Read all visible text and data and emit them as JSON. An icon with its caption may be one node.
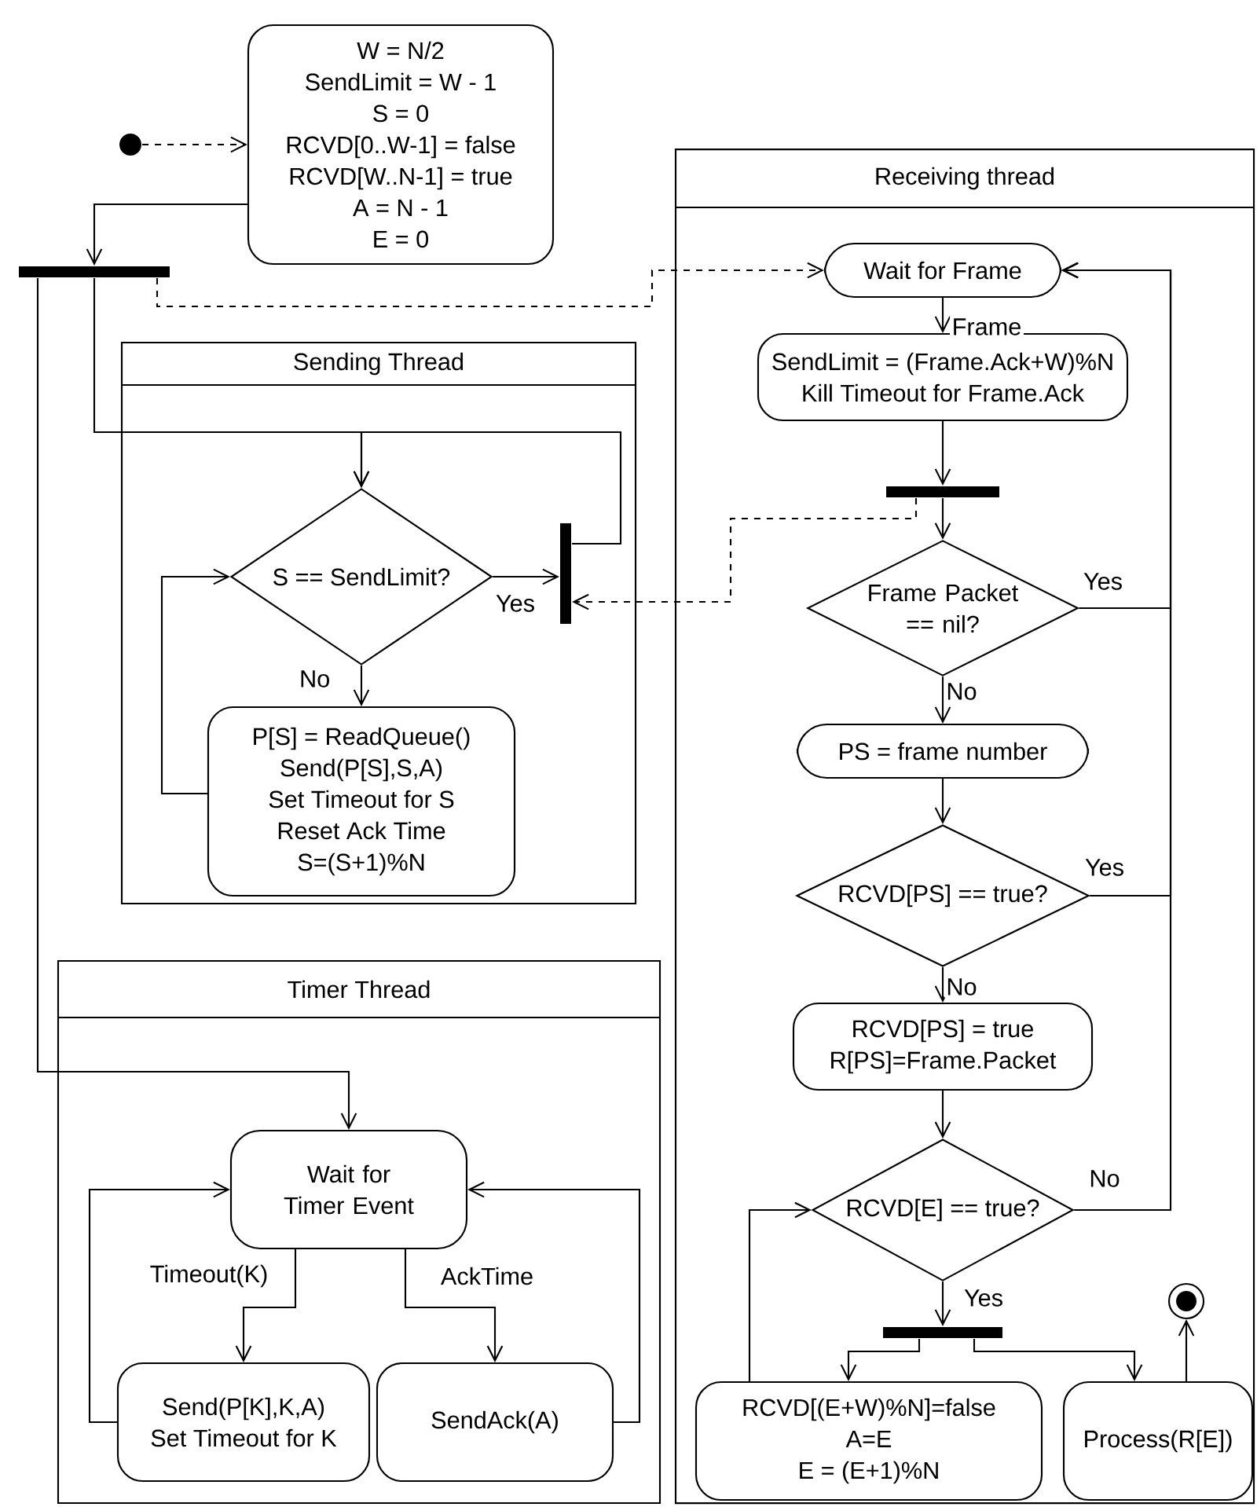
{
  "diagram": {
    "nodes": [
      {
        "text": [],
        "shape": "circle"
      },
      {
        "text": [
          "W = N/2",
          "SendLimit = W - 1",
          "S = 0",
          "RCVD[0..W-1] = false",
          "RCVD[W..N-1] = true",
          "A = N - 1",
          "E = 0"
        ]
      },
      {
        "text": [],
        "shape": "bar"
      },
      {
        "text": [
          "Sending Thread"
        ]
      },
      {
        "text": [
          "S == SendLimit?"
        ],
        "in": 3
      },
      {
        "text": [
          "P[S] = ReadQueue()",
          "Send(P[S],S,A)",
          "Set Timeout for S",
          "Reset Ack Time",
          "S=(S+1)%N"
        ],
        "in": 3
      },
      {
        "text": [],
        "shape": "bar",
        "in": 3
      },
      {
        "text": [
          "Receiving thread"
        ]
      },
      {
        "text": [
          "Wait for Frame"
        ],
        "in": 7
      },
      {
        "text": [
          "SendLimit = (Frame.Ack+W)%N",
          "Kill Timeout for Frame.Ack"
        ],
        "in": 7
      },
      {
        "text": [],
        "shape": "bar",
        "in": 7
      },
      {
        "text": [
          "Frame Packet == nil?"
        ],
        "in": 7
      },
      {
        "text": [
          "PS = frame number"
        ],
        "in": 7
      },
      {
        "text": [
          "RCVD[PS] == true?"
        ],
        "in": 7
      },
      {
        "text": [
          "RCVD[PS] = true",
          "R[PS]=Frame.Packet"
        ],
        "in": 7
      },
      {
        "text": [
          "RCVD[E] == true?"
        ],
        "in": 7
      },
      {
        "text": [],
        "shape": "bar",
        "in": 7
      },
      {
        "text": [
          "RCVD[(E+W)%N]=false",
          "A=E",
          "E = (E+1)%N"
        ],
        "in": 7
      },
      {
        "text": [
          "Process(R[E])"
        ],
        "in": 7
      },
      {
        "text": [],
        "shape": "circle",
        "in": 7
      },
      {
        "text": [
          "Timer Thread"
        ]
      },
      {
        "text": [
          "Wait for Timer Event"
        ],
        "in": 20
      },
      {
        "text": [
          "Send(P[K],K,A)",
          "Set Timeout for K"
        ],
        "in": 20
      },
      {
        "text": [
          "SendAck(A)"
        ],
        "in": 20
      }
    ],
    "edges": [
      {
        "from": 0,
        "to": 1,
        "arrow": "to",
        "style": "dashed"
      },
      {
        "from": 1,
        "to": 2,
        "arrow": "to"
      },
      {
        "from": 2,
        "to": 4,
        "arrow": "to"
      },
      {
        "from": 2,
        "to": 8,
        "arrow": "to",
        "style": "dashed"
      },
      {
        "from": 2,
        "to": 21,
        "arrow": "to"
      },
      {
        "from": 4,
        "to": 5,
        "arrow": "to",
        "label": "No"
      },
      {
        "from": 5,
        "to": 4,
        "arrow": "to"
      },
      {
        "from": 4,
        "to": 6,
        "arrow": "to",
        "label": "Yes"
      },
      {
        "from": 6,
        "to": 4,
        "arrow": "to"
      },
      {
        "from": 8,
        "to": 9,
        "arrow": "to",
        "label": "Frame"
      },
      {
        "from": 9,
        "to": 10,
        "arrow": "to"
      },
      {
        "from": 10,
        "to": 11,
        "arrow": "to"
      },
      {
        "from": 10,
        "to": 6,
        "arrow": "to",
        "style": "dashed"
      },
      {
        "from": 11,
        "to": 12,
        "arrow": "to",
        "label": "No"
      },
      {
        "from": 11,
        "to": 8,
        "arrow": "to",
        "label": "Yes"
      },
      {
        "from": 12,
        "to": 13,
        "arrow": "to"
      },
      {
        "from": 13,
        "to": 8,
        "arrow": "to",
        "label": "Yes"
      },
      {
        "from": 13,
        "to": 14,
        "arrow": "to",
        "label": "No"
      },
      {
        "from": 14,
        "to": 15,
        "arrow": "to"
      },
      {
        "from": 15,
        "to": 8,
        "arrow": "to",
        "label": "No"
      },
      {
        "from": 15,
        "to": 16,
        "arrow": "to",
        "label": "Yes"
      },
      {
        "from": 16,
        "to": 17,
        "arrow": "to"
      },
      {
        "from": 16,
        "to": 18,
        "arrow": "to"
      },
      {
        "from": 17,
        "to": 15,
        "arrow": "to"
      },
      {
        "from": 18,
        "to": 19,
        "arrow": "to"
      },
      {
        "from": 21,
        "to": 22,
        "arrow": "to",
        "label": "Timeout(K)"
      },
      {
        "from": 21,
        "to": 23,
        "arrow": "to",
        "label": "AckTime"
      },
      {
        "from": 22,
        "to": 21,
        "arrow": "to"
      },
      {
        "from": 23,
        "to": 21,
        "arrow": "to"
      }
    ]
  }
}
